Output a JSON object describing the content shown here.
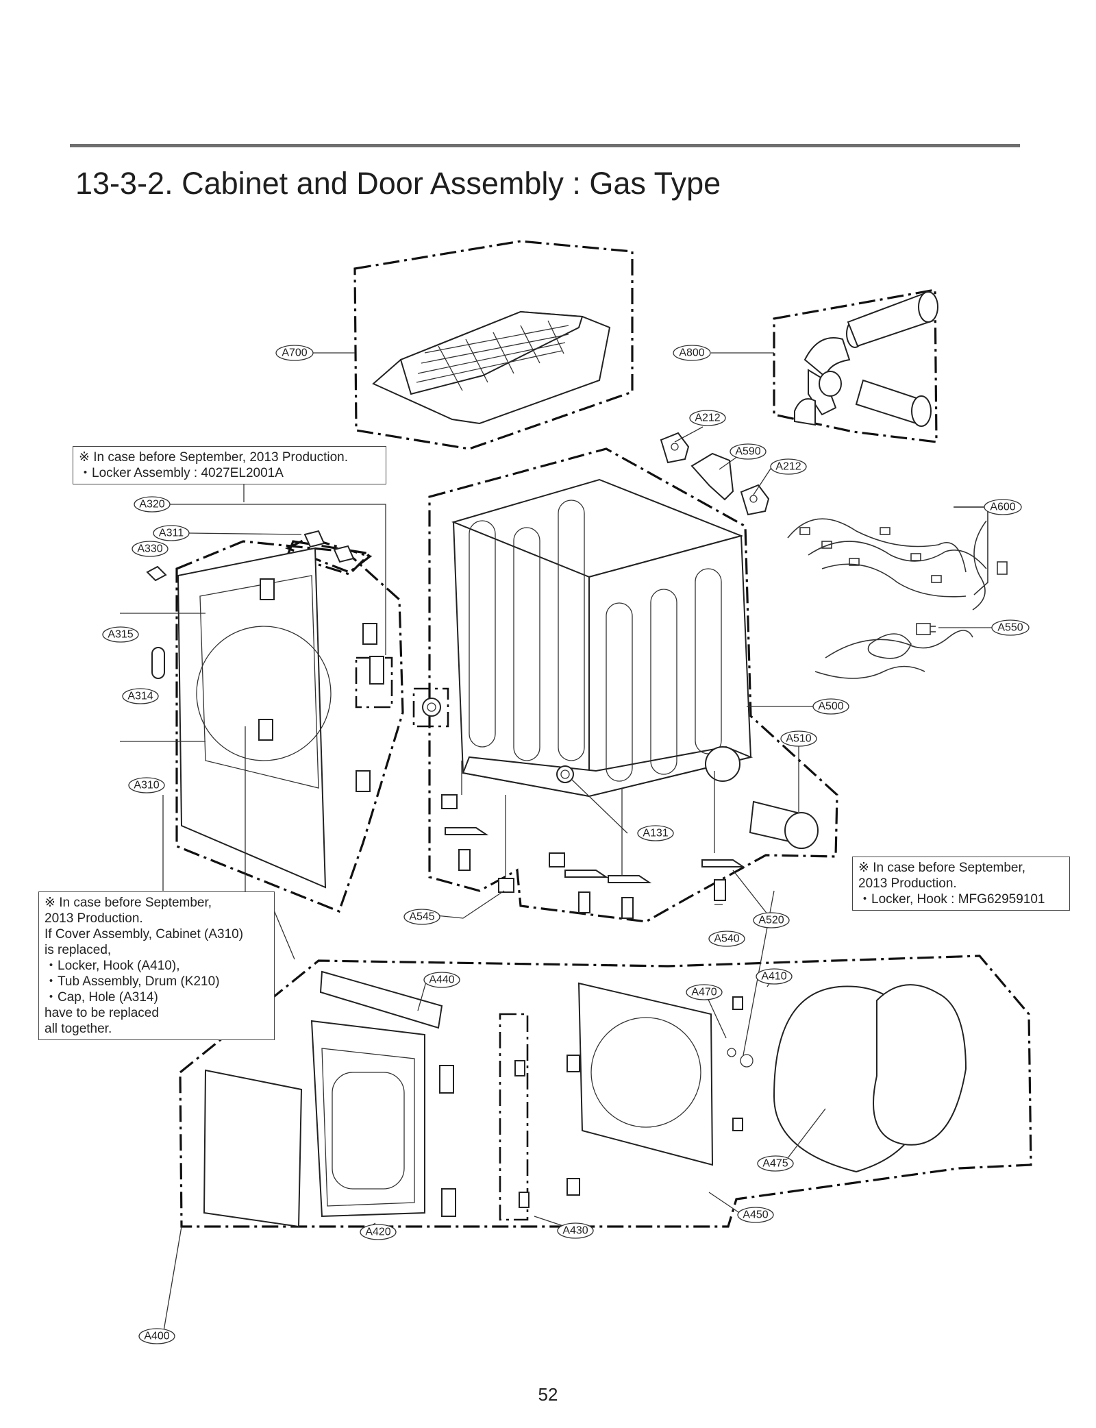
{
  "page": {
    "title": "13-3-2. Cabinet and Door Assembly : Gas Type",
    "page_number": "52"
  },
  "notes": {
    "locker_assembly": [
      "※ In case before September, 2013 Production.",
      "・Locker Assembly : 4027EL2001A"
    ],
    "locker_hook": [
      "※ In case before September,",
      "2013 Production.",
      "・Locker, Hook : MFG62959101"
    ],
    "cover_assembly": [
      "※ In case before September,",
      "2013 Production.",
      "If Cover Assembly, Cabinet (A310)",
      "is replaced,",
      "・Locker, Hook (A410),",
      "・Tub Assembly, Drum (K210)",
      "・Cap, Hole (A314)",
      "have to be replaced",
      "all together."
    ]
  },
  "labels": [
    "A700",
    "A800",
    "A212",
    "A590",
    "A212",
    "A600",
    "A320",
    "A311",
    "A330",
    "A315",
    "A550",
    "A500",
    "A314",
    "A510",
    "A310",
    "A131",
    "A545",
    "A520",
    "A540",
    "A440",
    "A410",
    "A470",
    "A475",
    "A450",
    "A420",
    "A430",
    "A400"
  ],
  "colors": {
    "line": "#222222",
    "rule": "#6f6f6f",
    "label_bg": "#ffffff"
  }
}
